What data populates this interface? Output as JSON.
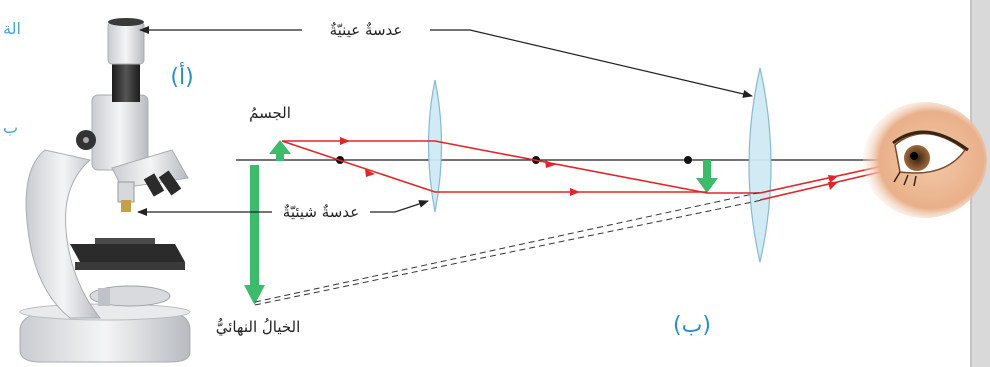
{
  "labels": {
    "eyepiece": "عدسةٌ عينيّةٌ",
    "objective": "عدسةٌ شيئيّةٌ",
    "object": "الجسمُ",
    "final_image": "الخيالُ النهائيُّ"
  },
  "panels": {
    "a": "(أ)",
    "b": "(ب)"
  },
  "edge_glyphs": {
    "top": "الة",
    "middle": "ب"
  },
  "colors": {
    "ray": "#e0262a",
    "arrow_green": "#3dbb6b",
    "lens_fill": "#cfe9f3",
    "lens_stroke": "#7fb8cf",
    "axis": "#222222",
    "panel_text": "#2a8ec4",
    "right_border": "#d9d9d9"
  }
}
